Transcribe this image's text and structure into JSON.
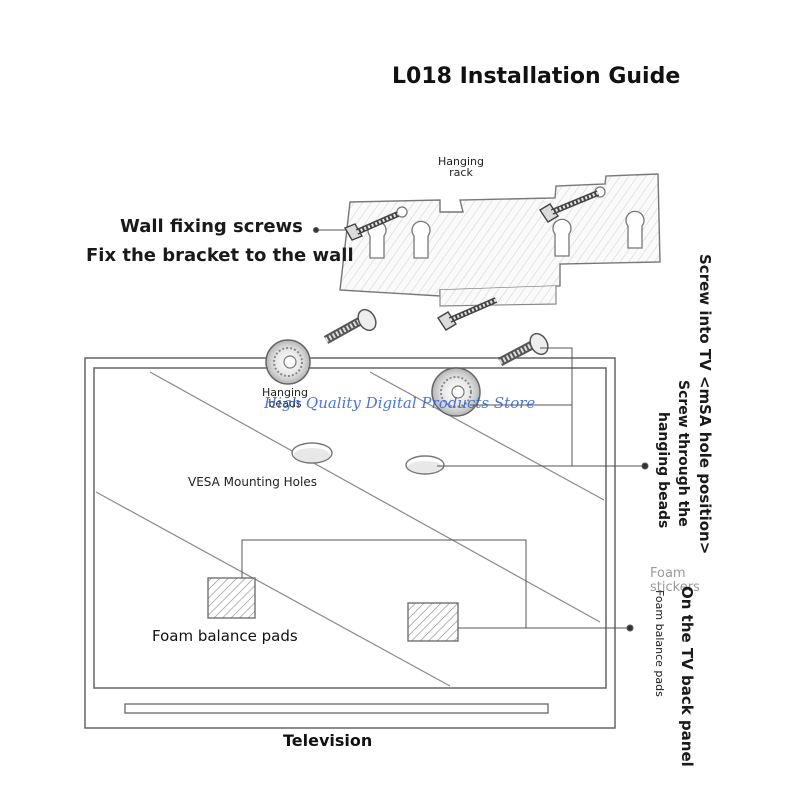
{
  "title": "L018 Installation Guide",
  "labels": {
    "wall_fixing_screws": "Wall fixing screws",
    "fix_bracket": "Fix the bracket to the wall",
    "hanging_rack": "Hanging\nrack",
    "hanging_beads": "Hanging\nbeads",
    "vesa_holes": "VESA Mounting Holes",
    "foam_balance_pads": "Foam balance pads",
    "television": "Television",
    "foam_stickers": "Foam\nstickers",
    "screw_into_tv": "Screw into TV <mSA hole position>",
    "screw_through_1": "Screw through the",
    "screw_through_2": "hanging beads",
    "on_tv_back_panel": "On the TV back panel",
    "foam_balance_pads_small": "Foam balance pads"
  },
  "watermark": "High Quality Digital Products Store",
  "colors": {
    "line": "#444444",
    "watermark": "#2f5fd0",
    "muted": "#9a9a9a"
  }
}
